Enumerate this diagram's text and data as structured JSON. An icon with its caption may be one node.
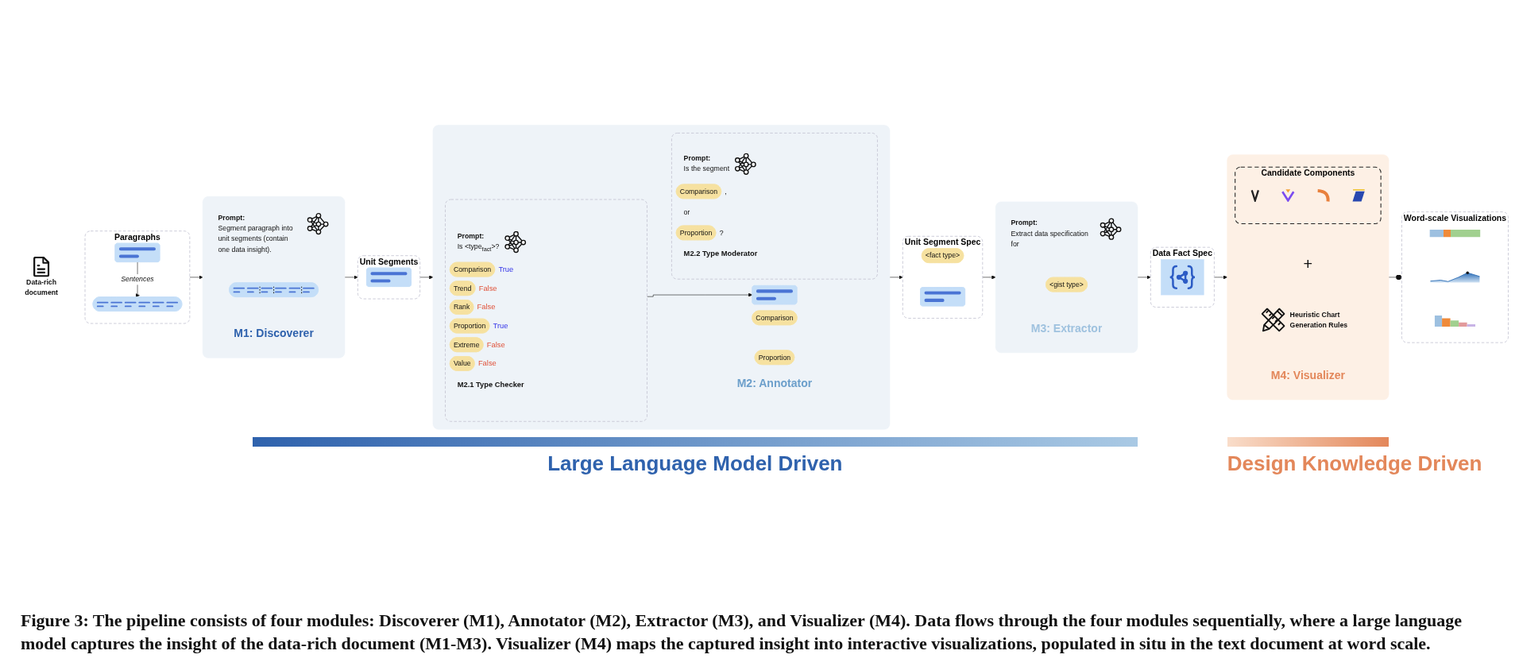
{
  "diagram": {
    "nodes": [
      {
        "text": [
          "Data-rich document"
        ]
      },
      {
        "text": [
          "Paragraphs"
        ]
      },
      {
        "text": [],
        "shape": "box",
        "in": 1
      },
      {
        "text": [],
        "shape": "bar",
        "in": 1
      },
      {
        "text": [
          "Prompt:",
          "Segment paragraph into unit segments (contain one data insight).",
          "M1: Discoverer"
        ]
      },
      {
        "text": [],
        "shape": "bar",
        "in": 4
      },
      {
        "text": [
          "Unit Segments"
        ]
      },
      {
        "text": [],
        "shape": "box",
        "in": 6
      },
      {
        "text": [
          "M2: Annotator"
        ]
      },
      {
        "text": [
          "Prompt:",
          "Is <type$_{fact}$>?",
          "M2.1 Type Checker"
        ],
        "in": 8
      },
      {
        "text": [
          "Comparison"
        ],
        "in": 9,
        "beside": [
          "True"
        ]
      },
      {
        "text": [
          "Trend"
        ],
        "in": 9,
        "beside": [
          "False"
        ]
      },
      {
        "text": [
          "Rank"
        ],
        "in": 9,
        "beside": [
          "False"
        ]
      },
      {
        "text": [
          "Proportion"
        ],
        "in": 9,
        "beside": [
          "True"
        ]
      },
      {
        "text": [
          "Extreme"
        ],
        "in": 9,
        "beside": [
          "False"
        ]
      },
      {
        "text": [
          "Value"
        ],
        "in": 9,
        "beside": [
          "False"
        ]
      },
      {
        "text": [],
        "shape": "box",
        "in": 8
      },
      {
        "text": [
          "Comparison"
        ],
        "in": 8
      },
      {
        "text": [
          "Proportion"
        ],
        "in": 8
      },
      {
        "text": [
          "Prompt:",
          "Is the segment",
          "or",
          "M2.2 Type Moderator"
        ],
        "in": 8
      },
      {
        "text": [
          "Comparison"
        ],
        "in": 19,
        "beside": [
          ","
        ]
      },
      {
        "text": [
          "Proportion"
        ],
        "in": 19,
        "beside": [
          "?"
        ]
      },
      {
        "text": [
          "Unit Segment Spec"
        ]
      },
      {
        "text": [
          "<fact type>"
        ],
        "in": 22
      },
      {
        "text": [],
        "shape": "box",
        "in": 22
      },
      {
        "text": [
          "Prompt:",
          "Extract data specification for",
          "M3: Extractor"
        ]
      },
      {
        "text": [
          "<gist type>"
        ],
        "in": 25
      },
      {
        "text": [
          "Data Fact Spec"
        ]
      },
      {
        "text": [],
        "shape": "picture",
        "in": 27
      },
      {
        "text": [
          "+",
          "Heuristic Chart Generation Rules",
          "M4: Visualizer"
        ]
      },
      {
        "text": [
          "Candidate Components"
        ],
        "in": 29
      },
      {
        "text": [],
        "shape": "picture",
        "in": 30
      },
      {
        "text": [],
        "shape": "picture",
        "in": 30
      },
      {
        "text": [],
        "shape": "picture",
        "in": 30
      },
      {
        "text": [],
        "shape": "picture",
        "in": 30
      },
      {
        "text": [
          "Word-scale Visualizations"
        ]
      },
      {
        "text": [],
        "shape": "picture",
        "in": 35
      },
      {
        "text": [],
        "shape": "picture",
        "in": 35
      },
      {
        "text": [],
        "shape": "picture",
        "in": 35
      }
    ],
    "edges": [
      {
        "from": 1,
        "to": 4,
        "arrow": "to"
      },
      {
        "from": 2,
        "to": 3,
        "arrow": "to",
        "label": "Sentences"
      },
      {
        "from": 4,
        "to": 6,
        "arrow": "to"
      },
      {
        "from": 6,
        "to": 8,
        "arrow": "to"
      },
      {
        "from": 9,
        "to": 16,
        "arrow": "to"
      },
      {
        "from": 8,
        "to": 22,
        "arrow": "to"
      },
      {
        "from": 22,
        "to": 25,
        "arrow": "to"
      },
      {
        "from": 25,
        "to": 27,
        "arrow": "to"
      },
      {
        "from": 27,
        "to": 29,
        "arrow": "to"
      },
      {
        "from": 29,
        "to": 35,
        "arrow": "other"
      }
    ],
    "labels": [
      "Large Language Model Driven",
      "Design Knowledge Driven"
    ],
    "caption": "Figure 3: The pipeline consists of four modules: Discoverer (M1), Annotator (M2), Extractor (M3), and Visualizer (M4). Data flows through the four modules sequentially, where a large language model captures the insight of the data-rich document (M1-M3). Visualizer (M4) maps the captured insight into interactive visualizations, populated in situ in the text document at word scale."
  }
}
